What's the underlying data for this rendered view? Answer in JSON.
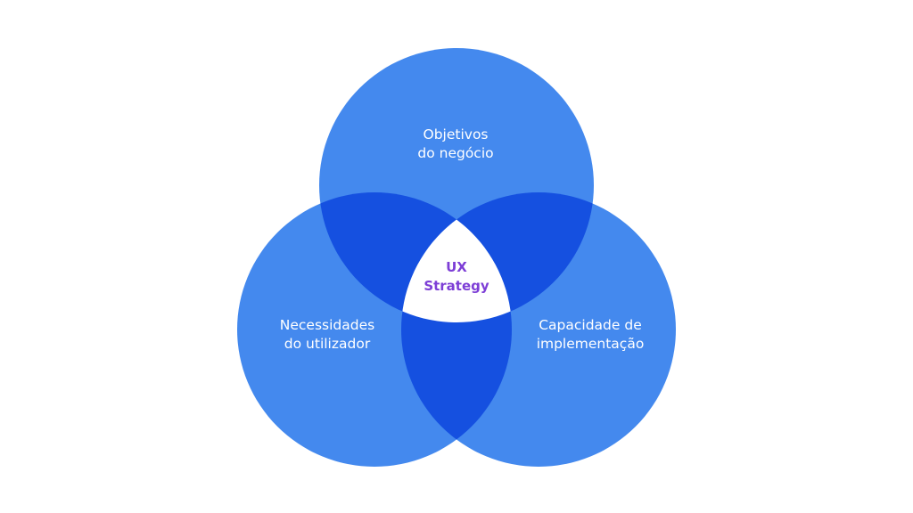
{
  "colors": {
    "background": "#ffffff",
    "circle": "#4489ee",
    "overlap": "#1550e0",
    "center_fill": "#ffffff",
    "circle_text": "#ffffff",
    "center_text": "#7d3ed6"
  },
  "circles": {
    "top": {
      "line1": "Objetivos",
      "line2": "do negócio"
    },
    "left": {
      "line1": "Necessidades",
      "line2": "do utilizador"
    },
    "right": {
      "line1": "Capacidade de",
      "line2": "implementação"
    }
  },
  "center": {
    "line1": "UX",
    "line2": "Strategy"
  }
}
